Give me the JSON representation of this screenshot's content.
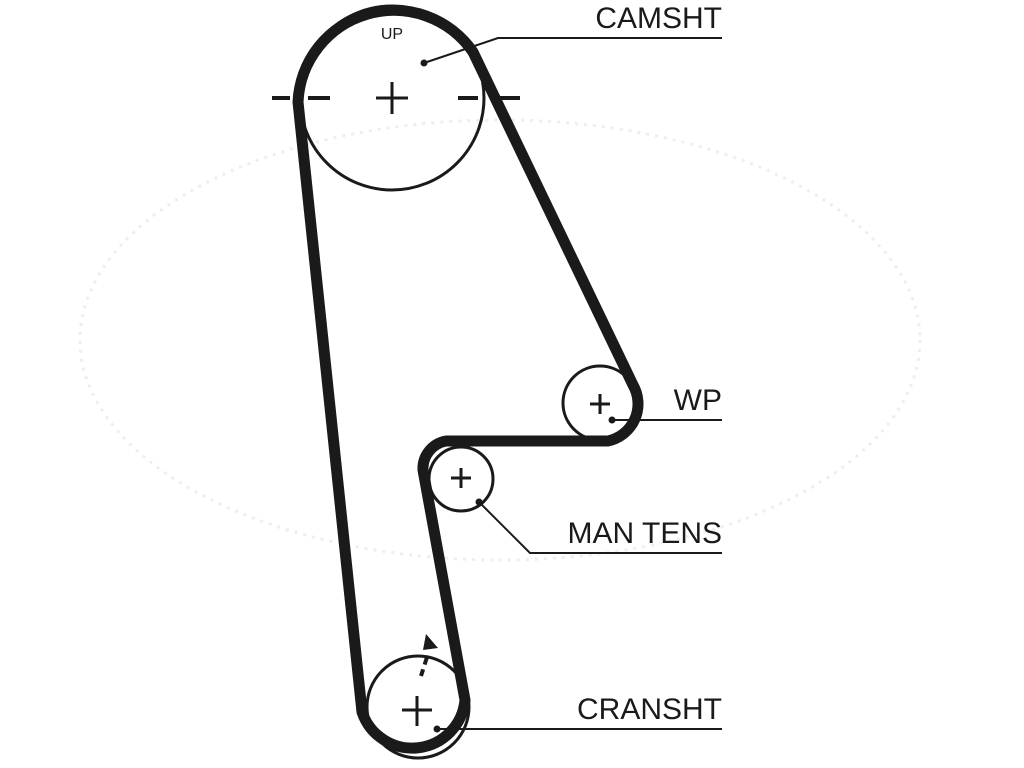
{
  "labels": {
    "up": "UP",
    "camshaft": "CAMSHT",
    "water_pump": "WP",
    "tensioner": "MAN TENS",
    "crankshaft": "CRANSHT"
  },
  "colors": {
    "ink": "#1a1a1a",
    "belt": "#1a1a1a",
    "watermark": "#eeeeee",
    "background": "#ffffff"
  },
  "icons": {
    "center_mark": "plus",
    "rotation_direction": "arrow-up"
  }
}
